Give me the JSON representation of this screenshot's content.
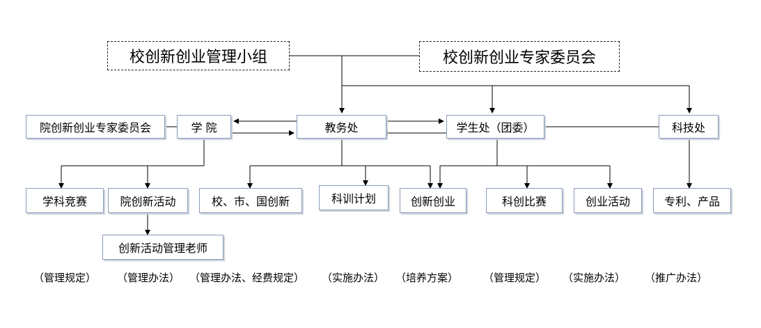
{
  "top": {
    "leadership_group": "校创新创业管理小组",
    "expert_committee": "校创新创业专家委员会"
  },
  "middle": {
    "college_committee": "院创新创业专家委员会",
    "college": "学 院",
    "academic_affairs": "教务处",
    "student_affairs": "学生处（团委）",
    "science_tech": "科技处"
  },
  "bottom": {
    "subject_competition": "学科竞赛",
    "college_activity": "院创新活动",
    "innovation_levels": "校、市、国创新",
    "research_training": "科训计划",
    "innovation_entrepreneurship": "创新创业",
    "sci_innovation_contest": "科创比赛",
    "entrepreneurship_activity": "创业活动",
    "patent_product": "专利、产品",
    "activity_teacher": "创新活动管理老师"
  },
  "notes": [
    "（管理规定）",
    "（管理办法）",
    "（管理办法、经费规定）",
    "（实施办法）",
    "（培养方案）",
    "（管理规定）",
    "（实施办法）",
    "（推广办法）"
  ]
}
